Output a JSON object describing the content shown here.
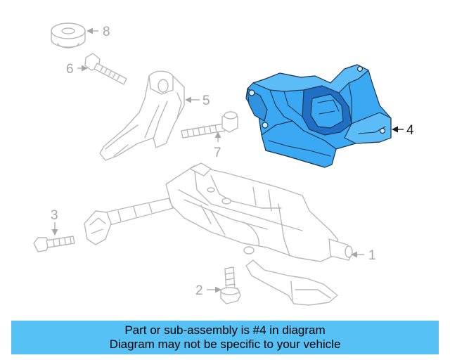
{
  "diagram": {
    "callouts": [
      {
        "id": "1",
        "label": "1"
      },
      {
        "id": "2",
        "label": "2"
      },
      {
        "id": "3",
        "label": "3"
      },
      {
        "id": "4",
        "label": "4"
      },
      {
        "id": "5",
        "label": "5"
      },
      {
        "id": "6",
        "label": "6"
      },
      {
        "id": "7",
        "label": "7"
      },
      {
        "id": "8",
        "label": "8"
      }
    ],
    "highlighted_part": "4",
    "colors": {
      "highlight_fill": "#3aa8f2",
      "faded_line": "#b9b9b9",
      "banner": "#55c1f4"
    }
  },
  "banner": {
    "line1": "Part or sub-assembly is #4 in diagram",
    "line2": "Diagram may not be specific to your vehicle"
  }
}
